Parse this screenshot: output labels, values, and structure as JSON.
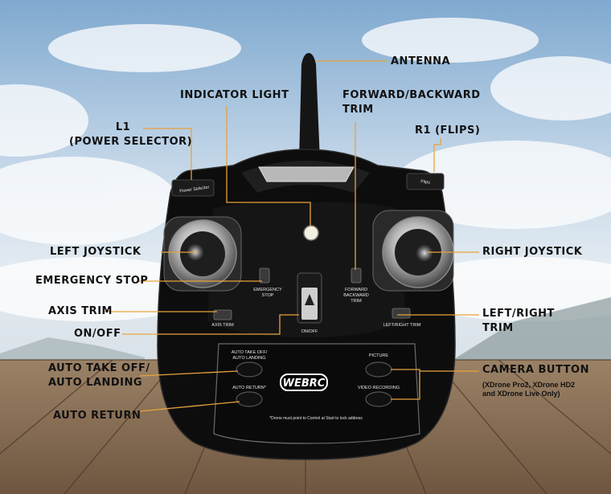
{
  "colors": {
    "callout_line": "#e8a33c",
    "remote_body": "#0d0d0d",
    "label_text": "#111111"
  },
  "labels": {
    "antenna": "ANTENNA",
    "indicator_light": "INDICATOR LIGHT",
    "trim_fb_line1": "FORWARD/BACKWARD",
    "trim_fb_line2": "TRIM",
    "l1_line1": "L1",
    "l1_line2": "(POWER SELECTOR)",
    "r1": "R1 (FLIPS)",
    "left_joystick": "LEFT JOYSTICK",
    "right_joystick": "RIGHT JOYSTICK",
    "emergency_stop": "EMERGENCY STOP",
    "axis_trim": "AXIS TRIM",
    "lr_trim_line1": "LEFT/RIGHT",
    "lr_trim_line2": "TRIM",
    "on_off": "ON/OFF",
    "auto_takeoff_line1": "AUTO TAKE OFF/",
    "auto_takeoff_line2": "AUTO LANDING",
    "auto_return": "AUTO RETURN",
    "camera_button": "CAMERA BUTTON",
    "camera_note_line1": "(XDrone Pro2, XDrone HD2",
    "camera_note_line2": "and XDrone Live Only)"
  },
  "controller": {
    "power_selector": "Power Selector",
    "flips": "Flips",
    "emergency_stop_l1": "EMERGENCY",
    "emergency_stop_l2": "STOP",
    "fb_trim_l1": "FORWARD",
    "fb_trim_l2": "BACKWARD",
    "fb_trim_l3": "TRIM",
    "axis_trim": "AXIS TRIM",
    "lr_trim": "LEFT/RIGHT TRIM",
    "on_off": "ON/OFF",
    "auto_takeoff_l1": "AUTO TAKE OFF/",
    "auto_takeoff_l2": "AUTO LANDING",
    "auto_return": "AUTO RETURN*",
    "picture": "PICTURE",
    "video_recording": "VIDEO RECORDING",
    "brand": "WEBRC",
    "footnote": "*Drone must point to Control at Start to lock address"
  }
}
